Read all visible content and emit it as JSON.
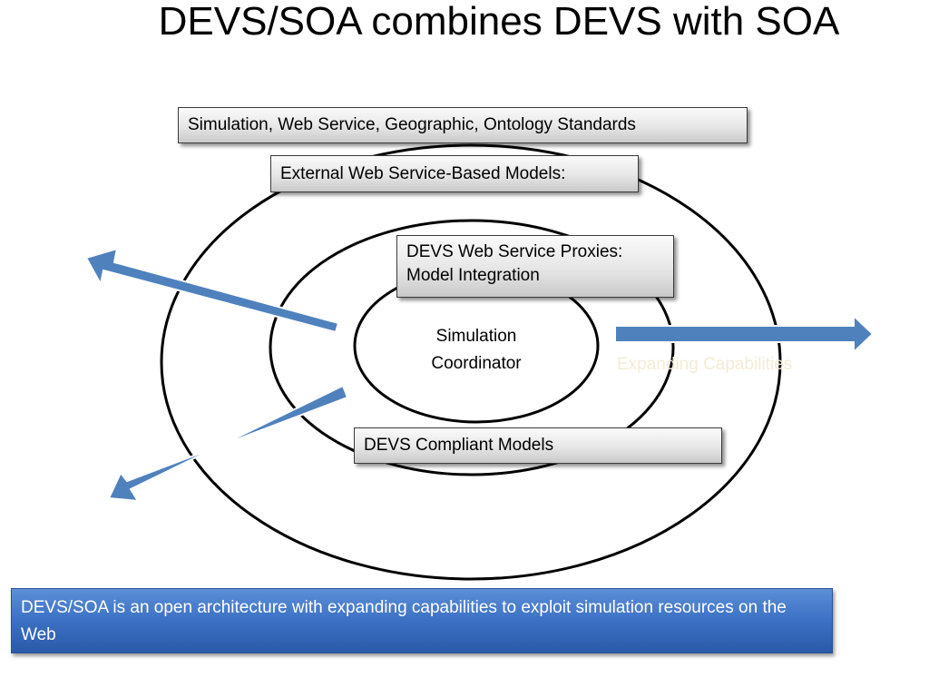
{
  "title": "DEVS/SOA combines DEVS with SOA",
  "boxes": {
    "standards": "Simulation, Web Service, Geographic, Ontology Standards",
    "external_models": "External Web Service-Based Models:",
    "proxies_line1": "DEVS Web Service Proxies:",
    "proxies_line2": "Model Integration",
    "compliant_models": "DEVS Compliant Models"
  },
  "core": {
    "line1": "Simulation",
    "line2": "Coordinator"
  },
  "arrow_label": "Expanding Capabilities",
  "footer": "DEVS/SOA is an open architecture with expanding capabilities to  exploit  simulation resources on the Web",
  "colors": {
    "arrow_fill": "#4f81bd",
    "footer_fill": "#3c70c4",
    "arrow_label": "#f3ecd6"
  }
}
